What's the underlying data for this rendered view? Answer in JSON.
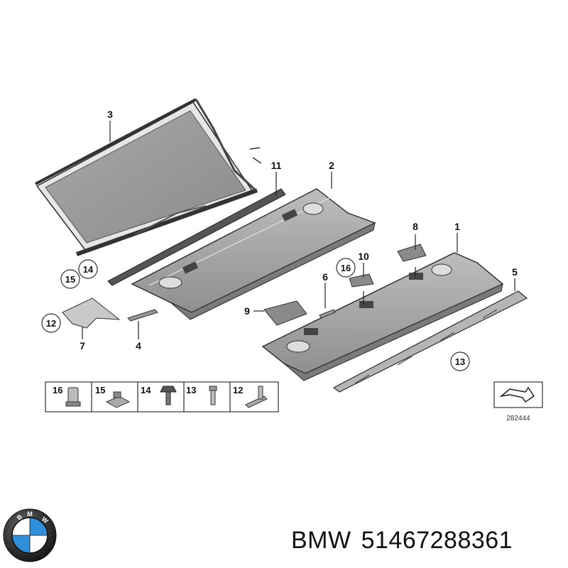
{
  "callouts": {
    "c1": "1",
    "c2": "2",
    "c3": "3",
    "c4": "4",
    "c5": "5",
    "c6": "6",
    "c7": "7",
    "c8": "8",
    "c9": "9",
    "c10": "10",
    "c11": "11",
    "c12": "12",
    "c13": "13",
    "c14": "14",
    "c15": "15",
    "c16": "16"
  },
  "legend": {
    "items": [
      "16",
      "15",
      "14",
      "13",
      "12"
    ]
  },
  "diagram_number": "282444",
  "caption": {
    "brand": "BMW",
    "part_number": "51467288361"
  }
}
